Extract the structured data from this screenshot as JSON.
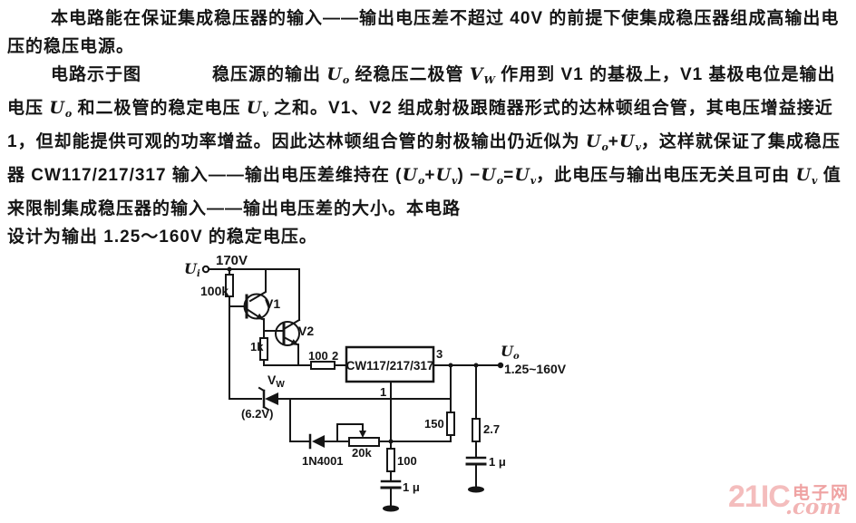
{
  "page": {
    "background": "#ffffff",
    "ink": "#151515"
  },
  "paragraphs": [
    {
      "segments": [
        {
          "t": "本电路能在保证集成稳压器的输入——输出电压差不超过 40V 的前提下使集成稳压器组成高输出电压的稳压电源。",
          "s": "n"
        }
      ]
    },
    {
      "segments": [
        {
          "t": "电路示于图",
          "s": "n"
        },
        {
          "t": "",
          "s": "gap"
        },
        {
          "t": "稳压源的输出 ",
          "s": "n"
        },
        {
          "t": "U",
          "s": "var"
        },
        {
          "t": "o",
          "s": "sub"
        },
        {
          "t": " 经稳压二极管 ",
          "s": "n"
        },
        {
          "t": "V",
          "s": "var"
        },
        {
          "t": "W",
          "s": "sub"
        },
        {
          "t": " 作用到 V1 的基极上，V1 基极电位是输出电压 ",
          "s": "n"
        },
        {
          "t": "U",
          "s": "var"
        },
        {
          "t": "o",
          "s": "sub"
        },
        {
          "t": " 和二极管的稳定电压 ",
          "s": "n"
        },
        {
          "t": "U",
          "s": "var"
        },
        {
          "t": "v",
          "s": "sub"
        },
        {
          "t": " 之和。V1、V2 组成射极跟随器形式的达林顿组合管，其电压增益接近 1，但却能提供可观的功率增益。因此达林顿组合管的射极输出仍近似为 ",
          "s": "n"
        },
        {
          "t": "U",
          "s": "var"
        },
        {
          "t": "o",
          "s": "sub"
        },
        {
          "t": "+",
          "s": "n"
        },
        {
          "t": "U",
          "s": "var"
        },
        {
          "t": "v",
          "s": "sub"
        },
        {
          "t": "，这样就保证了集成稳压器 CW117/217/317 输入——输出电压差维持在 (",
          "s": "n"
        },
        {
          "t": "U",
          "s": "var"
        },
        {
          "t": "o",
          "s": "sub"
        },
        {
          "t": "+",
          "s": "n"
        },
        {
          "t": "U",
          "s": "var"
        },
        {
          "t": "v",
          "s": "sub"
        },
        {
          "t": ") −",
          "s": "n"
        },
        {
          "t": "U",
          "s": "var"
        },
        {
          "t": "o",
          "s": "sub"
        },
        {
          "t": "=",
          "s": "n"
        },
        {
          "t": "U",
          "s": "var"
        },
        {
          "t": "v",
          "s": "sub"
        },
        {
          "t": "，此电压与输出电压无关且可由 ",
          "s": "n"
        },
        {
          "t": "U",
          "s": "var"
        },
        {
          "t": "v",
          "s": "sub"
        },
        {
          "t": " 值来限制集成稳压器的输入——输出电压差的大小。本电路",
          "s": "n"
        },
        {
          "t": "",
          "s": "br"
        },
        {
          "t": "设计为输出 1.25～160V 的稳定电压。",
          "s": "n"
        }
      ]
    }
  ],
  "circuit": {
    "labels": {
      "supply_voltage": "170V",
      "input_label": {
        "base": "U",
        "sub": "i"
      },
      "r_base": "100k",
      "v1": "V1",
      "v2": "V2",
      "r_1k": "1k",
      "r_in": "100",
      "pin_2": "2",
      "pin_3": "3",
      "pin_1": "1",
      "ic": "CW117/217/317",
      "zener_name": {
        "base": "V",
        "sub": "W"
      },
      "zener_value": "(6.2V)",
      "diode": "1N4001",
      "pot": "20k",
      "r_150": "150",
      "r_27": "2.7",
      "r_adj": "100",
      "cap_adj": "1 μ",
      "cap_out": "1 μ",
      "output_label": {
        "base": "U",
        "sub": "o"
      },
      "output_range": "1.25~160V"
    }
  },
  "watermark": {
    "brand": "21IC",
    "site": "电子网",
    "tld": ".com"
  }
}
